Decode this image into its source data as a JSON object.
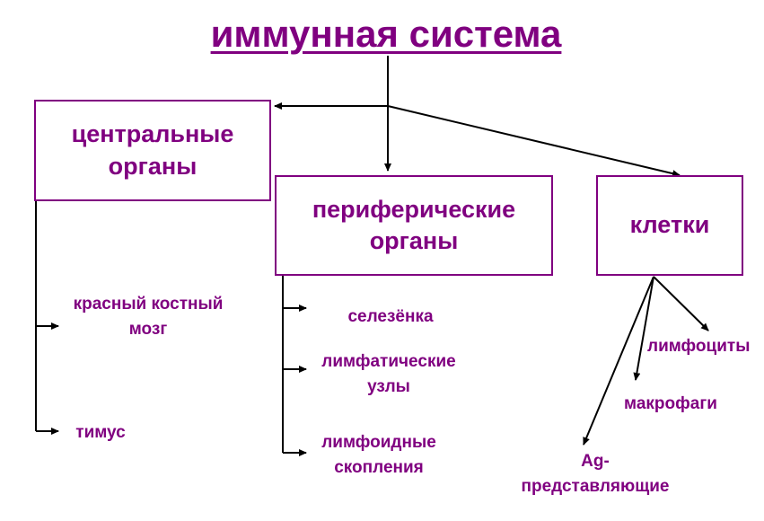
{
  "title": "иммунная система",
  "colors": {
    "accent": "#800080",
    "line": "#000000",
    "background": "#ffffff"
  },
  "boxes": {
    "central": "центральные\nорганы",
    "peripheral": "периферические\nорганы",
    "cells": "клетки"
  },
  "central_items": [
    "красный костный\nмозг",
    "тимус"
  ],
  "peripheral_items": [
    "селезёнка",
    "лимфатические\nузлы",
    "лимфоидные\nскопления"
  ],
  "cell_items": [
    "лимфоциты",
    "макрофаги",
    "Ag-\nпредставляющие"
  ]
}
